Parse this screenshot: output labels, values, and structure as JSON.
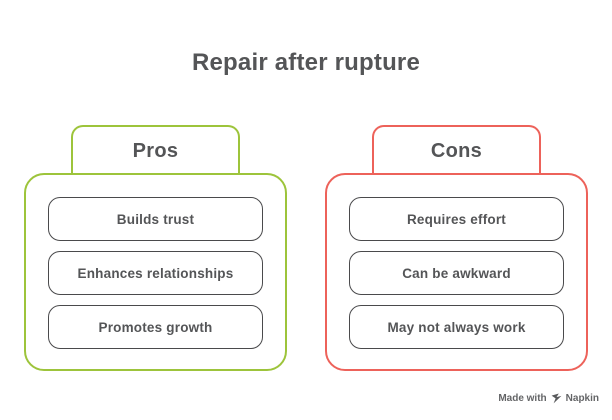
{
  "title": "Repair after rupture",
  "groups": [
    {
      "label": "Pros",
      "accent": "#9dc43b",
      "items": [
        "Builds trust",
        "Enhances relationships",
        "Promotes growth"
      ]
    },
    {
      "label": "Cons",
      "accent": "#ed625a",
      "items": [
        "Requires effort",
        "Can be awkward",
        "May not always work"
      ]
    }
  ],
  "watermark": {
    "text": "Made with",
    "brand": "Napkin",
    "icon": "napkin-logo-icon"
  },
  "colors": {
    "green": "#9dc43b",
    "red": "#ed625a",
    "item_border": "#4a4a4c",
    "text": "#545557",
    "background": "#ffffff"
  }
}
